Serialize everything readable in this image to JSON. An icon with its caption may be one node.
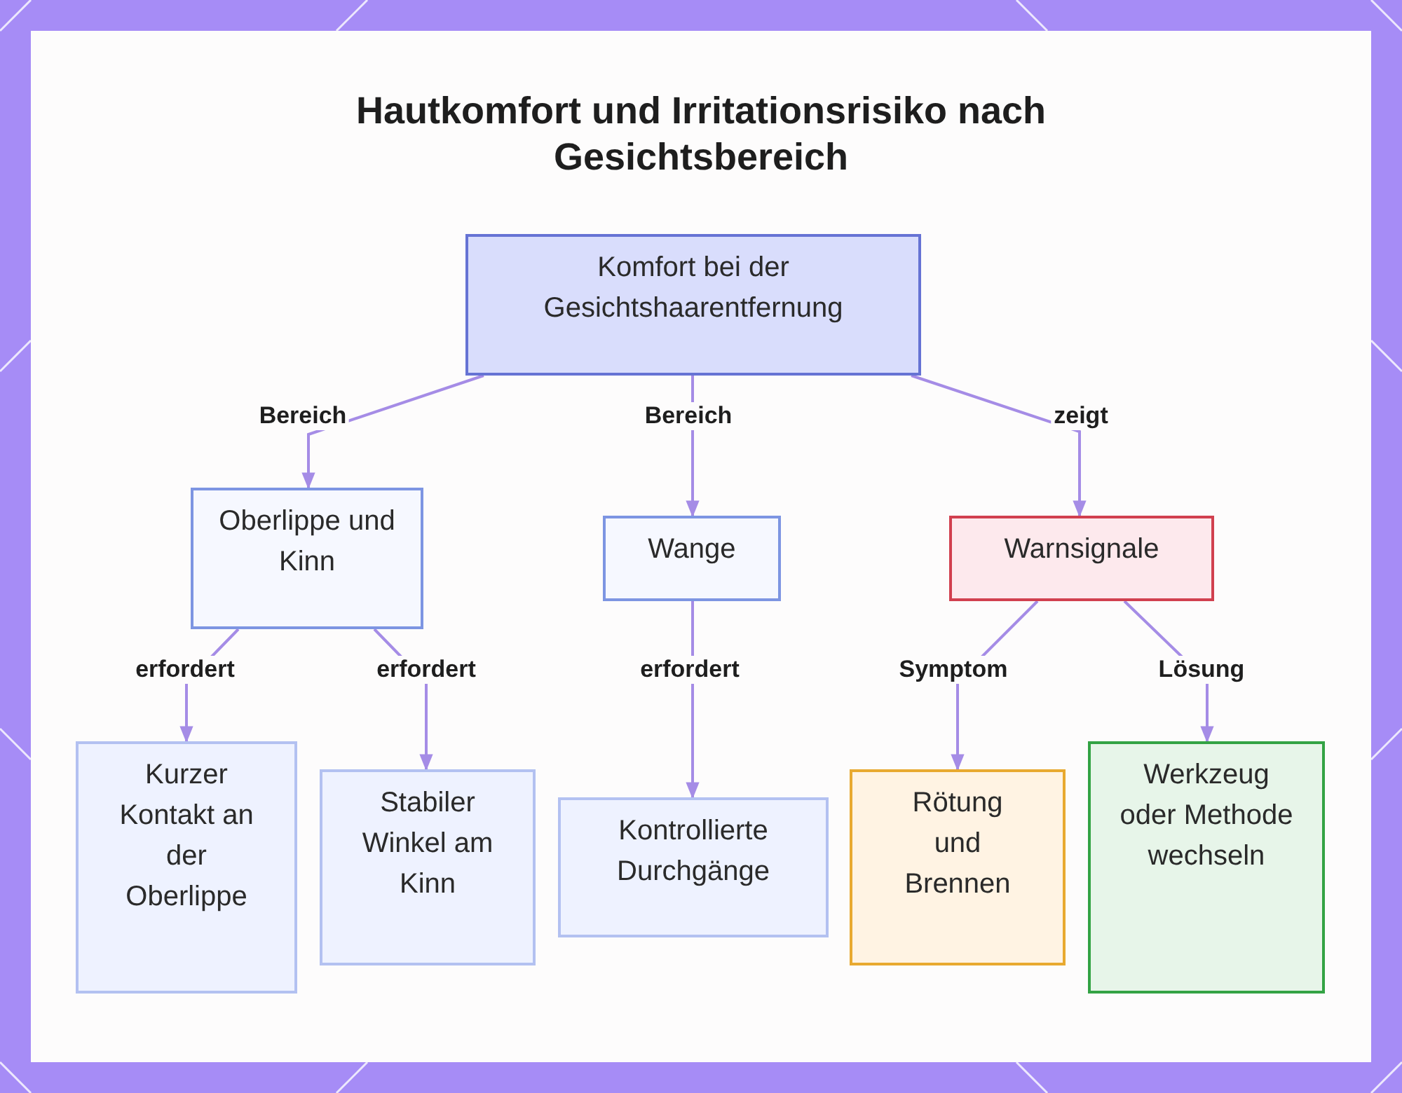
{
  "diagram": {
    "title": "Hautkomfort und Irritationsrisiko nach Gesichtsbereich",
    "nodes": [
      {
        "text": [
          "Komfort bei der Gesichtshaarentfernung"
        ]
      },
      {
        "text": [
          "Oberlippe und Kinn"
        ]
      },
      {
        "text": [
          "Wange"
        ]
      },
      {
        "text": [
          "Warnsignale"
        ]
      },
      {
        "text": [
          "Kurzer Kontakt an der Oberlippe"
        ]
      },
      {
        "text": [
          "Stabiler Winkel am Kinn"
        ]
      },
      {
        "text": [
          "Kontrollierte Durchgänge"
        ]
      },
      {
        "text": [
          "Rötung und Brennen"
        ]
      },
      {
        "text": [
          "Werkzeug oder Methode wechseln"
        ]
      }
    ],
    "edges": [
      {
        "from": 0,
        "to": 1,
        "arrow": "to",
        "label": "Bereich"
      },
      {
        "from": 0,
        "to": 2,
        "arrow": "to",
        "label": "Bereich"
      },
      {
        "from": 0,
        "to": 3,
        "arrow": "to",
        "label": "zeigt"
      },
      {
        "from": 1,
        "to": 4,
        "arrow": "to",
        "label": "erfordert"
      },
      {
        "from": 1,
        "to": 5,
        "arrow": "to",
        "label": "erfordert"
      },
      {
        "from": 2,
        "to": 6,
        "arrow": "to",
        "label": "erfordert"
      },
      {
        "from": 3,
        "to": 7,
        "arrow": "to",
        "label": "Symptom"
      },
      {
        "from": 3,
        "to": 8,
        "arrow": "to",
        "label": "Lösung"
      }
    ]
  }
}
